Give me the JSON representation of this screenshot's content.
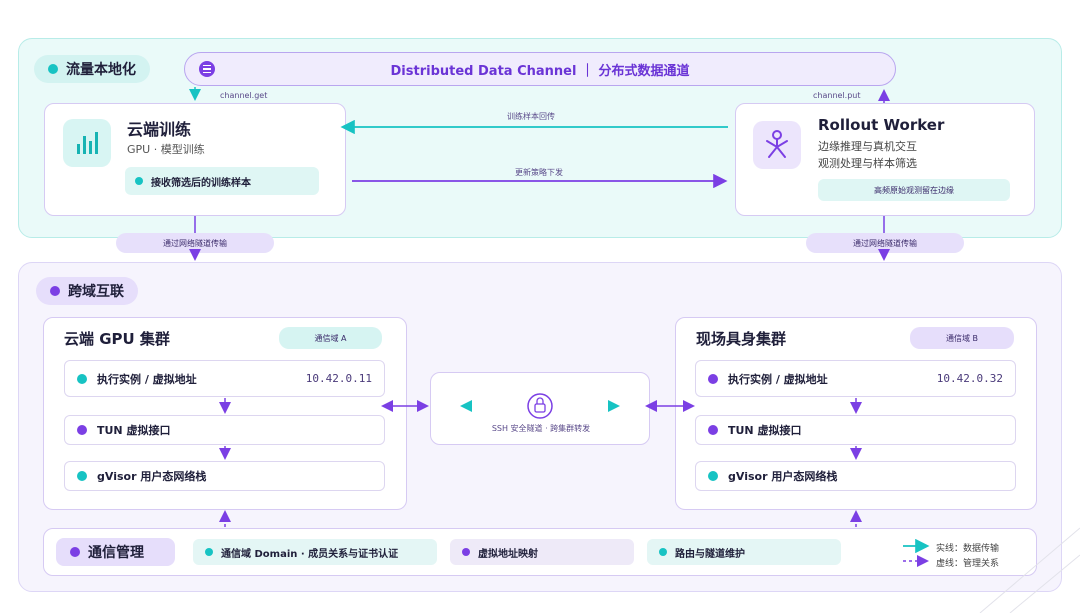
{
  "top_panel": {
    "title": "流量本地化"
  },
  "channel": {
    "title": "Distributed Data Channel ｜ 分布式数据通道",
    "get_label": "channel.get",
    "put_label": "channel.put"
  },
  "cloud_train": {
    "title": "云端训练",
    "subtitle": "GPU · 模型训练",
    "badge": "接收筛选后的训练样本"
  },
  "rollout": {
    "title": "Rollout Worker",
    "line1": "边缘推理与真机交互",
    "line2": "观测处理与样本筛选",
    "badge": "高频原始观测留在边缘"
  },
  "arrows": {
    "back_label": "训练样本回传",
    "down_label": "更新策略下发",
    "tunnel_left": "通过网络隧道传输",
    "tunnel_right": "通过网络隧道传输"
  },
  "mid_panel": {
    "title": "跨域互联"
  },
  "cluster_a": {
    "title": "云端 GPU 集群",
    "domain": "通信域 A",
    "rows": [
      {
        "label": "执行实例 / 虚拟地址",
        "value": "10.42.0.11"
      },
      {
        "label": "TUN 虚拟接口"
      },
      {
        "label": "gVisor 用户态网络栈"
      }
    ]
  },
  "cluster_b": {
    "title": "现场具身集群",
    "domain": "通信域 B",
    "rows": [
      {
        "label": "执行实例 / 虚拟地址",
        "value": "10.42.0.32"
      },
      {
        "label": "TUN 虚拟接口"
      },
      {
        "label": "gVisor 用户态网络栈"
      }
    ]
  },
  "tunnel": {
    "caption": "SSH 安全隧道 · 跨集群转发"
  },
  "mgmt": {
    "title": "通信管理",
    "items": [
      "通信域 Domain · 成员关系与证书认证",
      "虚拟地址映射",
      "路由与隧道维护"
    ]
  },
  "legend": {
    "solid": "实线：数据传输",
    "dashed": "虚线：管理关系"
  },
  "colors": {
    "teal": "#17c3c3",
    "purple": "#7b3fe4"
  }
}
